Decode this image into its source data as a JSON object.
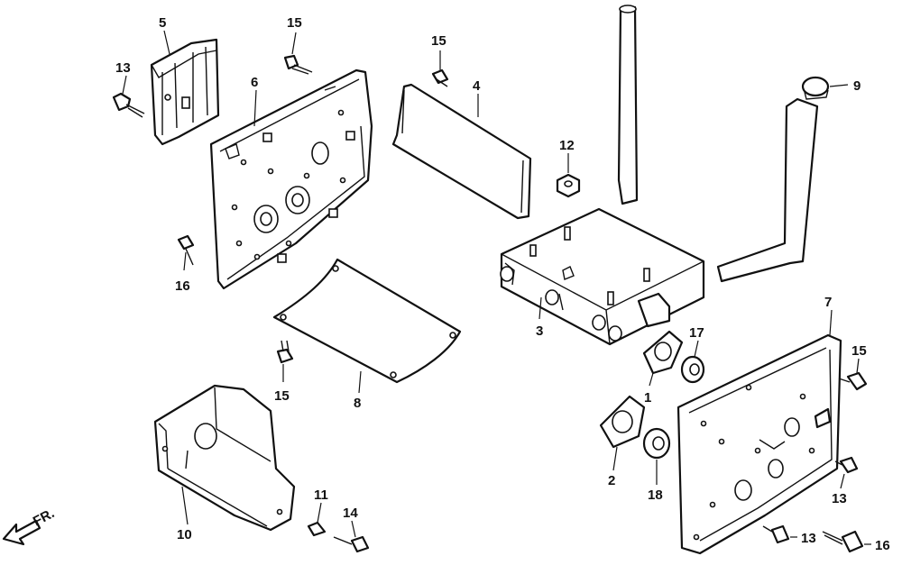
{
  "diagram": {
    "callouts": {
      "c1": "1",
      "c2": "2",
      "c3": "3",
      "c4": "4",
      "c5": "5",
      "c6": "6",
      "c7": "7",
      "c8": "8",
      "c9": "9",
      "c10": "10",
      "c11": "11",
      "c12": "12",
      "c13a": "13",
      "c13b": "13",
      "c13c": "13",
      "c14": "14",
      "c15a": "15",
      "c15b": "15",
      "c15c": "15",
      "c15d": "15",
      "c16a": "16",
      "c16b": "16",
      "c17": "17",
      "c18": "18"
    },
    "direction_label": "FR."
  }
}
